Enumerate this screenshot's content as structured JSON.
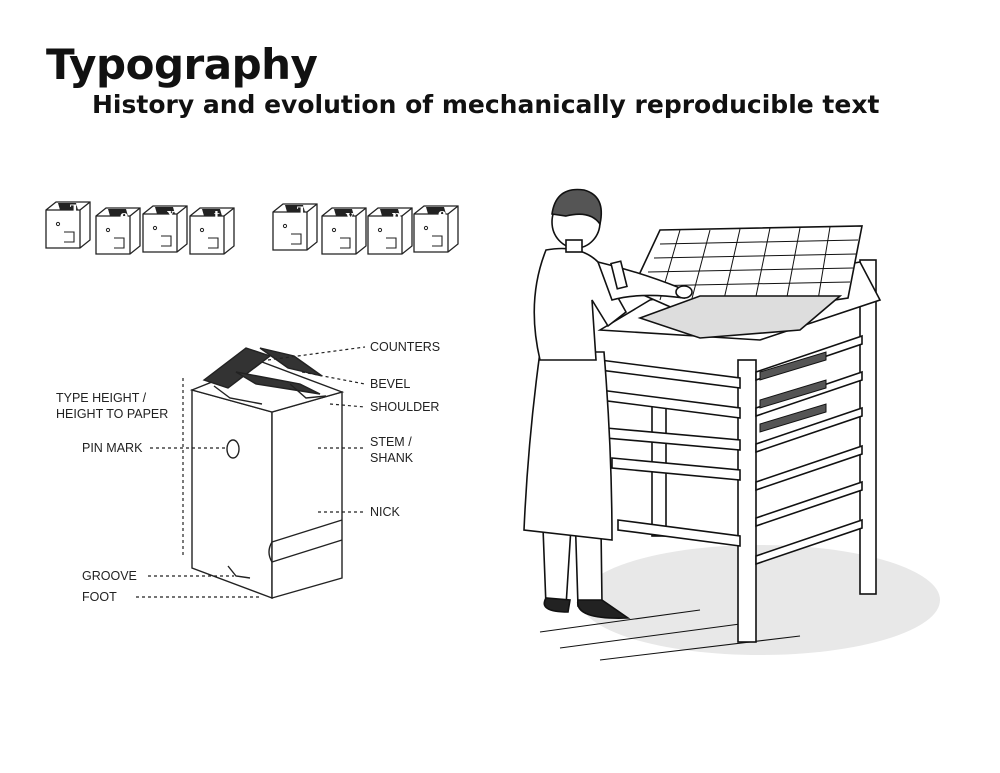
{
  "header": {
    "title": "Typography",
    "subtitle": "History and evolution of mechanically reproducible text"
  },
  "type_sort_diagram": {
    "labels": {
      "counters": "COUNTERS",
      "bevel": "BEVEL",
      "type_height_1": "TYPE HEIGHT /",
      "type_height_2": "HEIGHT TO PAPER",
      "shoulder": "SHOULDER",
      "pin_mark": "PIN MARK",
      "stem_1": "STEM /",
      "stem_2": "SHANK",
      "nick": "NICK",
      "groove": "GROOVE",
      "foot": "FOOT"
    }
  },
  "sort_row_glyphs": [
    "T",
    "e",
    "x",
    "t",
    "T",
    "y",
    "p",
    "e"
  ]
}
